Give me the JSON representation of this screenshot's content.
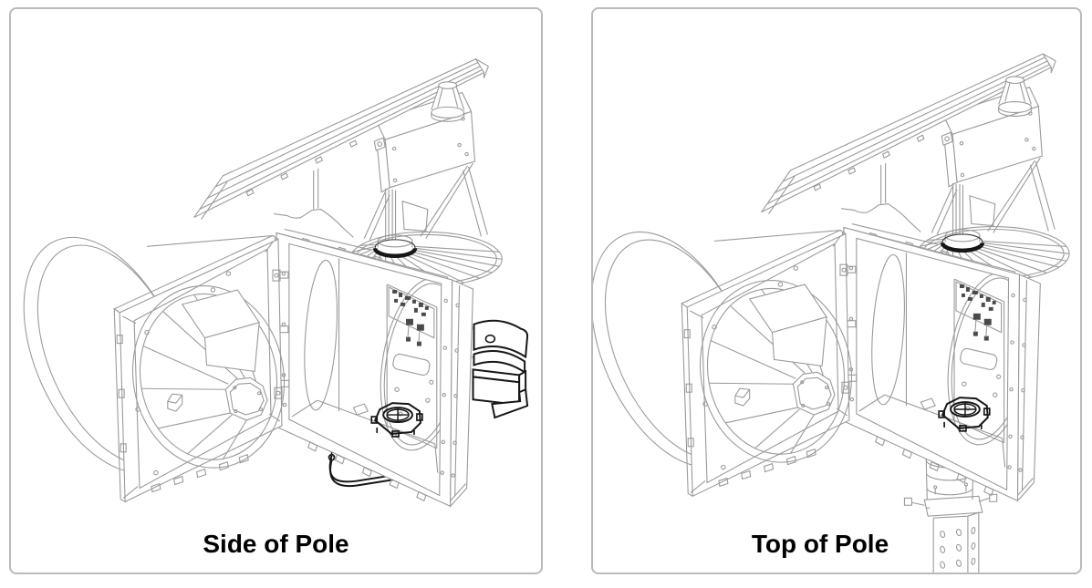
{
  "figures": [
    {
      "caption": "Side of Pole"
    },
    {
      "caption": "Top of Pole"
    }
  ],
  "style": {
    "line_color": "#9a9a9a",
    "bold_line_color": "#161616",
    "circuit_fill": "#4a4a4a",
    "card_border_color": "#b9babc",
    "caption_color": "#000000"
  },
  "illustration_parts": [
    "solar-panel",
    "antenna-cone",
    "control-box",
    "support-frame",
    "mounting-disc",
    "pipe-boot",
    "cabinet",
    "cabinet-interior",
    "circuit-board",
    "cabinet-door",
    "lens-ring",
    "reflector-facets",
    "beacon-drum",
    "slip-fit-nut",
    "side-of-pole-bracket",
    "under-bracket",
    "pole-collar",
    "perforated-post"
  ]
}
